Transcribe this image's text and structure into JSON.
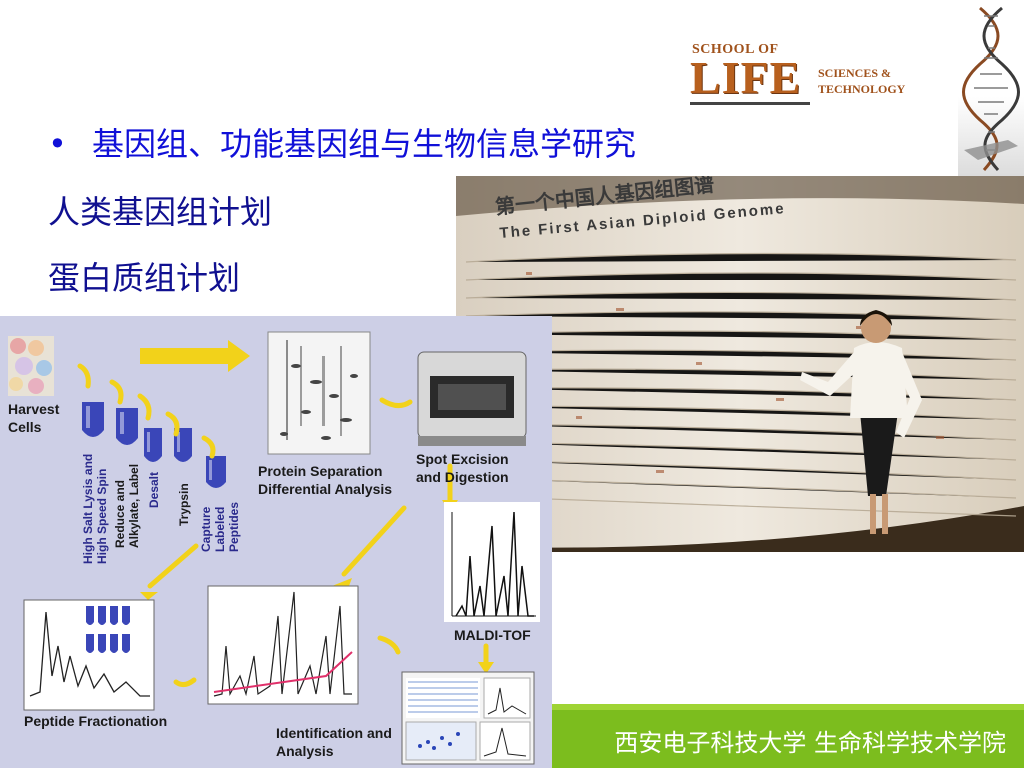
{
  "logo": {
    "school": "SCHOOL OF",
    "life": "LIFE",
    "sciences": "SCIENCES &",
    "technology": "TECHNOLOGY"
  },
  "content": {
    "bullet_symbol": "•",
    "bullet": "基因组、功能基因组与生物信息学研究",
    "line1": "人类基因组计划",
    "line2": "蛋白质组计划"
  },
  "photo": {
    "banner_cn": "第一个中国人基因组图谱",
    "banner_en": "The First Asian Diploid Genome"
  },
  "diagram": {
    "harvest_1": "Harvest",
    "harvest_2": "Cells",
    "step_lysis_1": "High Salt Lysis and",
    "step_lysis_2": "High Speed Spin",
    "step_reduce_1": "Reduce and",
    "step_reduce_2": "Alkylate, Label",
    "step_desalt": "Desalt",
    "step_trypsin": "Trypsin",
    "step_capture_1": "Capture",
    "step_capture_2": "Labeled",
    "step_capture_3": "Peptides",
    "protein_sep_1": "Protein Separation",
    "protein_sep_2": "Differential Analysis",
    "spot_1": "Spot Excision",
    "spot_2": "and Digestion",
    "maldi": "MALDI-TOF",
    "peptide_frac": "Peptide Fractionation",
    "ident_1": "Identification and",
    "ident_2": "Analysis"
  },
  "footer": {
    "text": "西安电子科技大学 生命科学技术学院"
  },
  "colors": {
    "bullet_text": "#1010d8",
    "body_text": "#101090",
    "footer_bg": "#7cbd1e",
    "diagram_bg": "#cdcfe6",
    "arrow_yellow": "#f2d21a"
  }
}
